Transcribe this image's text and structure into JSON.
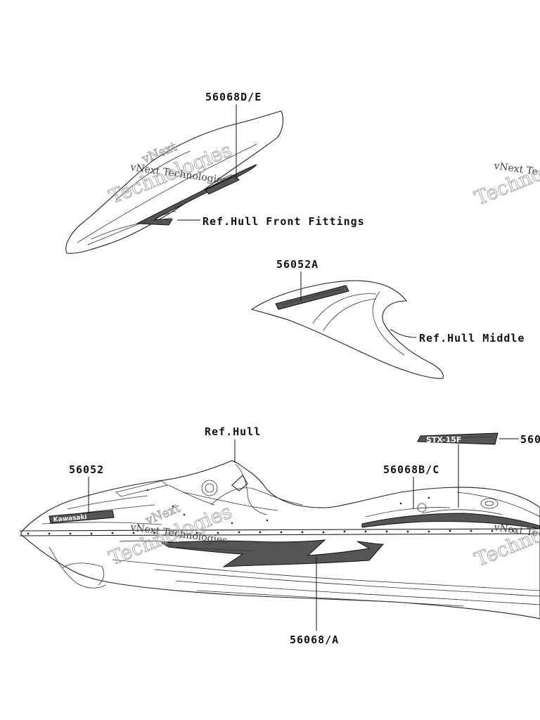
{
  "callouts": {
    "c1": "56068D/E",
    "c2": "Ref.Hull Front Fittings",
    "c3": "56052A",
    "c4": "Ref.Hull Middle",
    "c5": "Ref.Hull",
    "c6": "56052",
    "c7": "56068B/C",
    "c8": "56068/A",
    "c9": "560"
  },
  "watermark": {
    "line1": "vNext Technologies",
    "line2a": "vNext",
    "line2b": "Technologies",
    "right_small": "vNext Te",
    "right_big": "Techno"
  },
  "decals": {
    "brand": "Kawasaki",
    "model": "STX-15F"
  }
}
